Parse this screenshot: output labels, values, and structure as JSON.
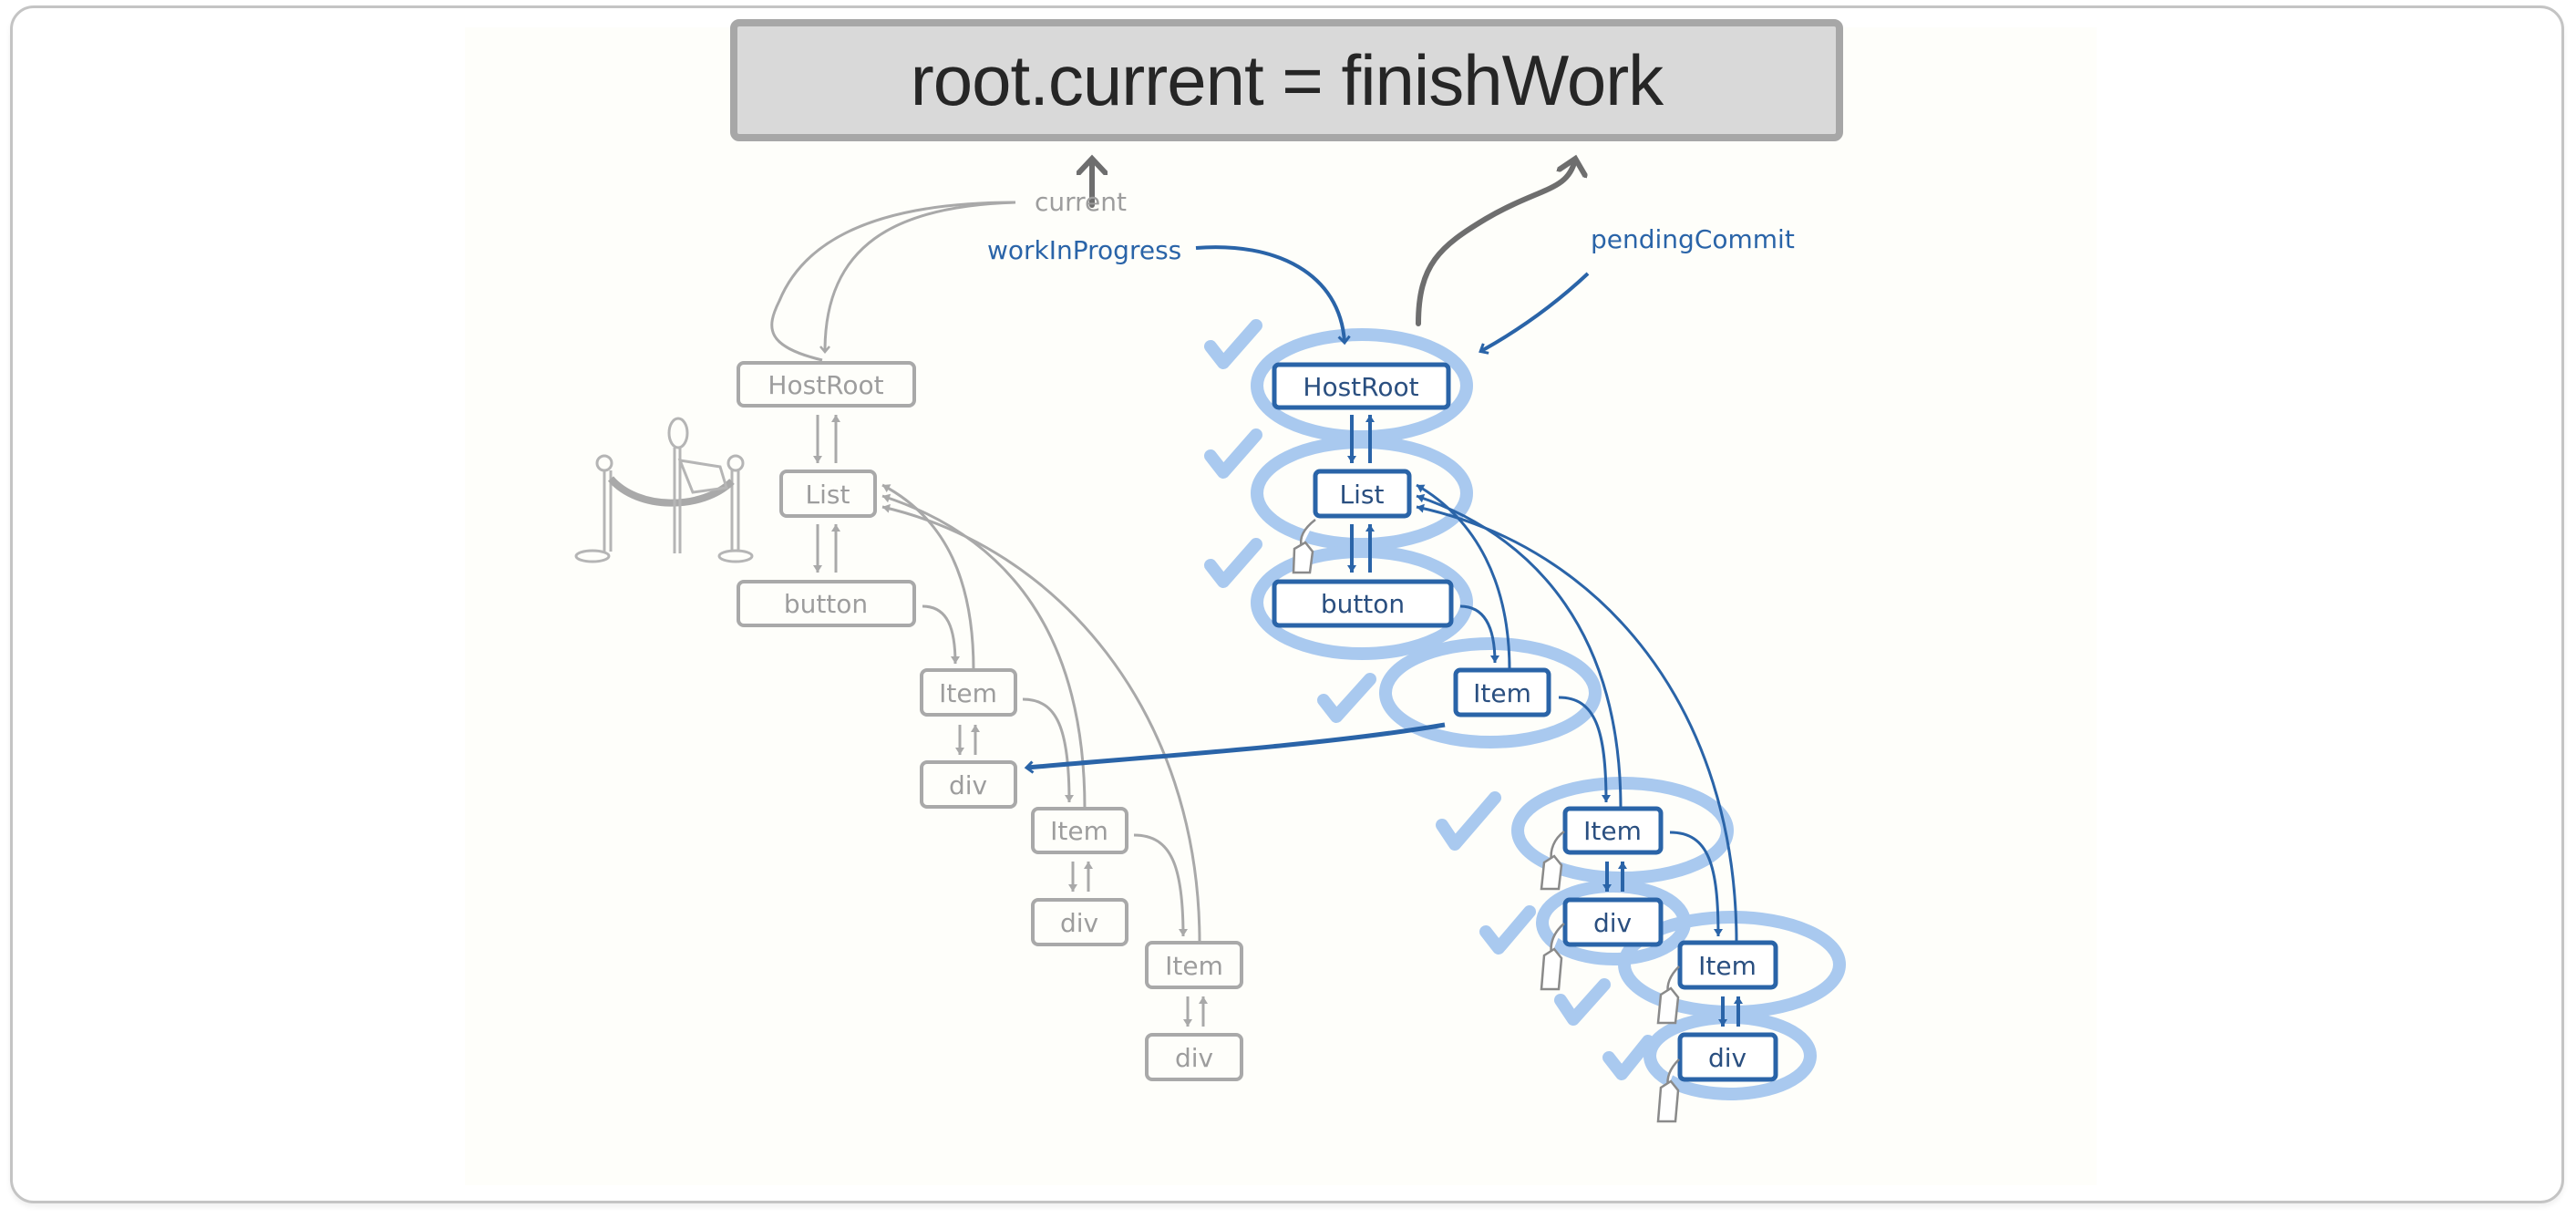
{
  "title": "root.current = finishWork",
  "labels": {
    "current": "current",
    "workInProgress": "workInProgress",
    "pendingCommit": "pendingCommit"
  },
  "colors": {
    "title_fill": "#d9d9d9",
    "title_border": "#a7a7a7",
    "gray_tree": "#a9a9a9",
    "gray_text": "#9d9d9d",
    "blue_tree": "#2a64a8",
    "blue_highlight": "#a9c9ef",
    "pointer_arrow": "#6e6e6e"
  },
  "current_tree": {
    "nodes": [
      {
        "id": "c-hostroot",
        "label": "HostRoot"
      },
      {
        "id": "c-list",
        "label": "List"
      },
      {
        "id": "c-button",
        "label": "button"
      },
      {
        "id": "c-item1",
        "label": "Item"
      },
      {
        "id": "c-div1",
        "label": "div"
      },
      {
        "id": "c-item2",
        "label": "Item"
      },
      {
        "id": "c-div2",
        "label": "div"
      },
      {
        "id": "c-item3",
        "label": "Item"
      },
      {
        "id": "c-div3",
        "label": "div"
      }
    ]
  },
  "work_in_progress_tree": {
    "nodes": [
      {
        "id": "w-hostroot",
        "label": "HostRoot",
        "done": true
      },
      {
        "id": "w-list",
        "label": "List",
        "done": true
      },
      {
        "id": "w-button",
        "label": "button",
        "done": true
      },
      {
        "id": "w-item1",
        "label": "Item",
        "done": true
      },
      {
        "id": "w-item2",
        "label": "Item",
        "done": true
      },
      {
        "id": "w-div2",
        "label": "div",
        "done": true
      },
      {
        "id": "w-item3",
        "label": "Item",
        "done": true
      },
      {
        "id": "w-div3",
        "label": "div",
        "done": true
      }
    ]
  }
}
